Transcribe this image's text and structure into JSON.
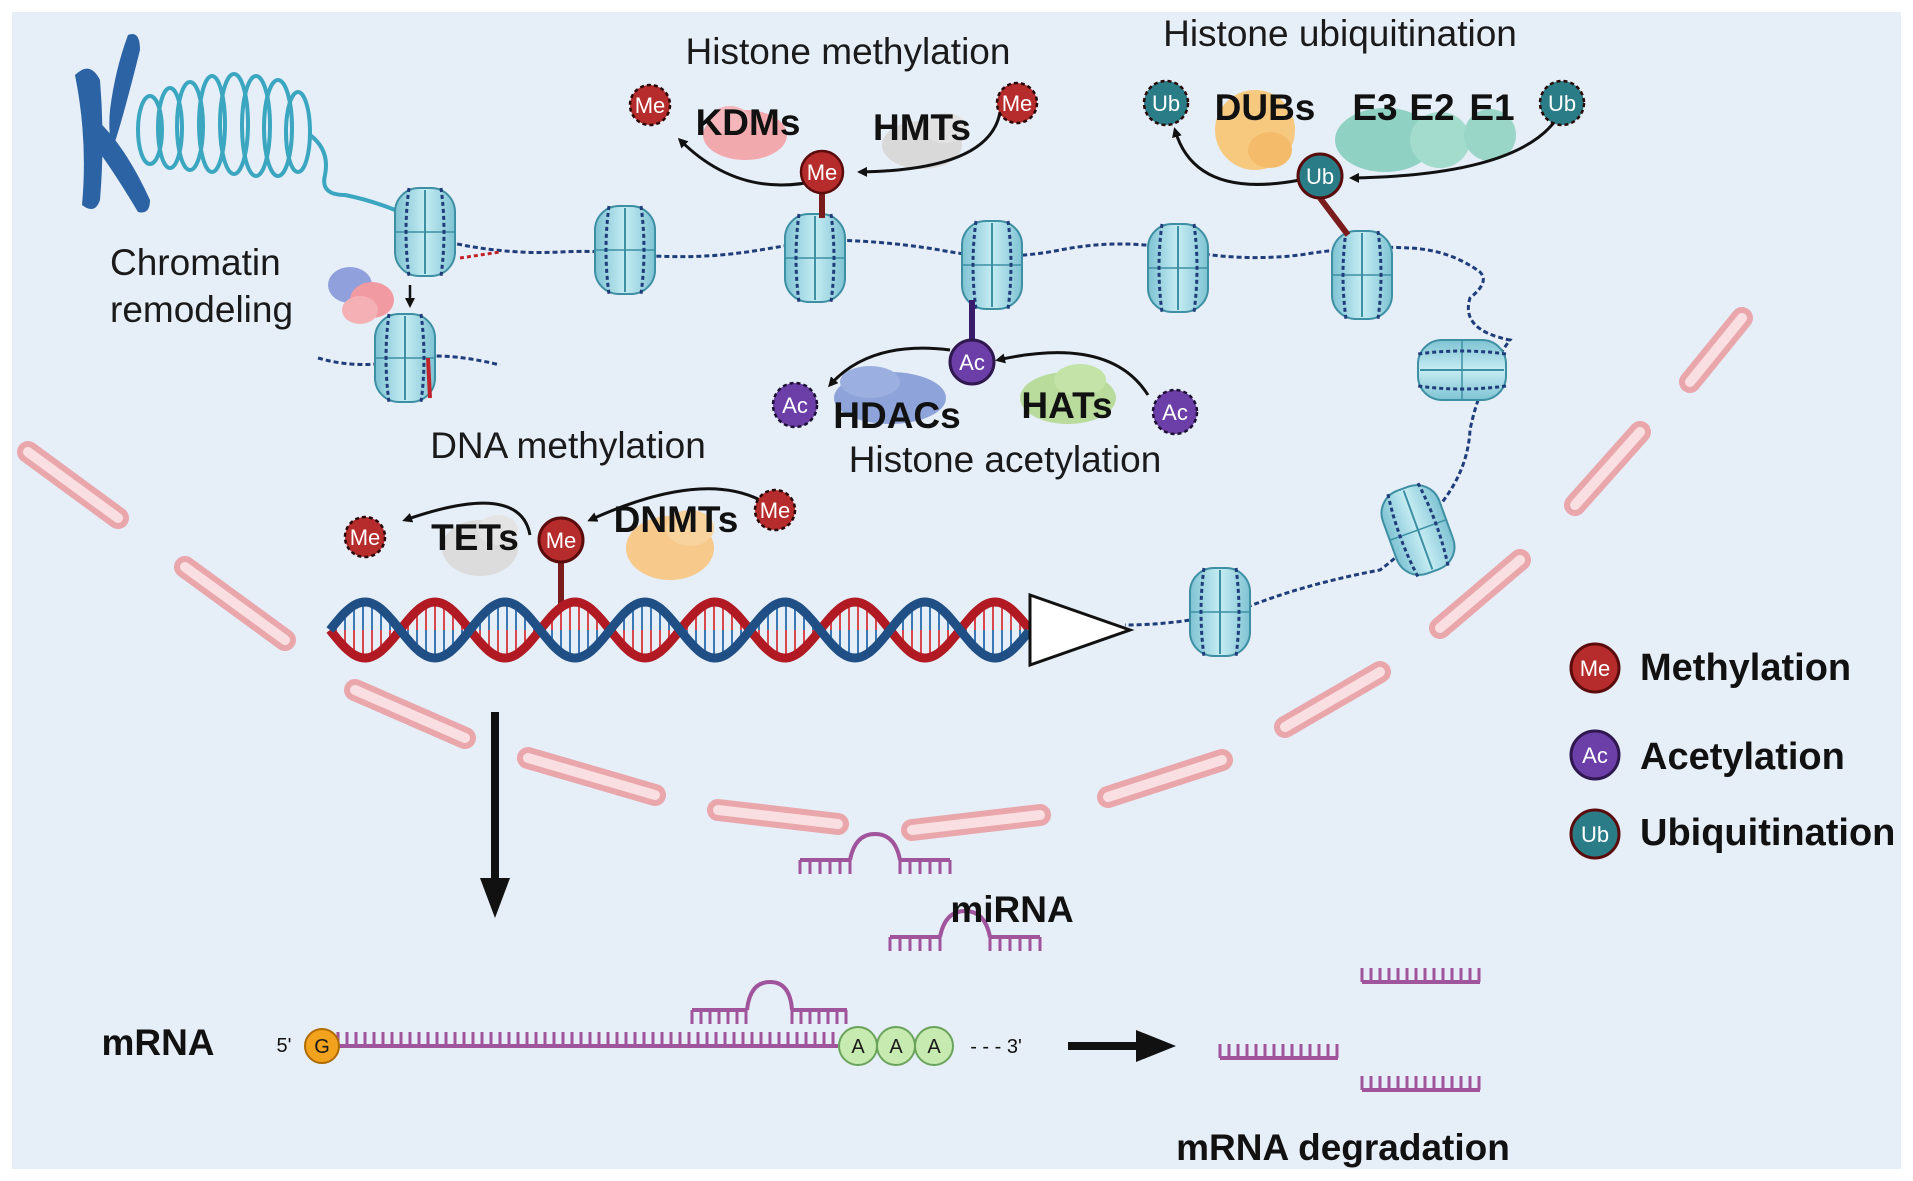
{
  "colors": {
    "background": "#e6eef8",
    "methylation": "#b62b2b",
    "acetylation": "#6c3fa8",
    "ubiquitination": "#2a7d86",
    "rna": "#a0549b",
    "membrane": "#f2b8bc",
    "nucleosome": "#9fd6e2",
    "dna_red": "#b11a22",
    "dna_blue": "#1f4f84"
  },
  "labels": {
    "histone_methylation": "Histone methylation",
    "histone_ubiquitination": "Histone ubiquitination",
    "chromatin_remodeling_1": "Chromatin",
    "chromatin_remodeling_2": "remodeling",
    "histone_acetylation": "Histone acetylation",
    "dna_methylation": "DNA methylation",
    "mirna": "miRNA",
    "mrna": "mRNA",
    "mrna_degradation": "mRNA degradation"
  },
  "enzymes": {
    "kdms": "KDMs",
    "hmts": "HMTs",
    "dubs": "DUBs",
    "e3": "E3",
    "e2": "E2",
    "e1": "E1",
    "hdacs": "HDACs",
    "hats": "HATs",
    "tets": "TETs",
    "dnmts": "DNMTs"
  },
  "marks": {
    "me": "Me",
    "ac": "Ac",
    "ub": "Ub"
  },
  "mrna_parts": {
    "five_prime": "5'",
    "cap": "G",
    "poly_a": "A",
    "three_prime": "- - - 3'"
  },
  "legend": [
    {
      "mark": "Me",
      "label": "Methylation",
      "color": "#b62b2b"
    },
    {
      "mark": "Ac",
      "label": "Acetylation",
      "color": "#6c3fa8"
    },
    {
      "mark": "Ub",
      "label": "Ubiquitination",
      "color": "#2a7d86"
    }
  ],
  "icons": [
    "chromosome-icon",
    "nucleosome-icon",
    "enzyme-blob-icon",
    "dna-helix-icon",
    "arrow-icon",
    "mirna-icon"
  ]
}
